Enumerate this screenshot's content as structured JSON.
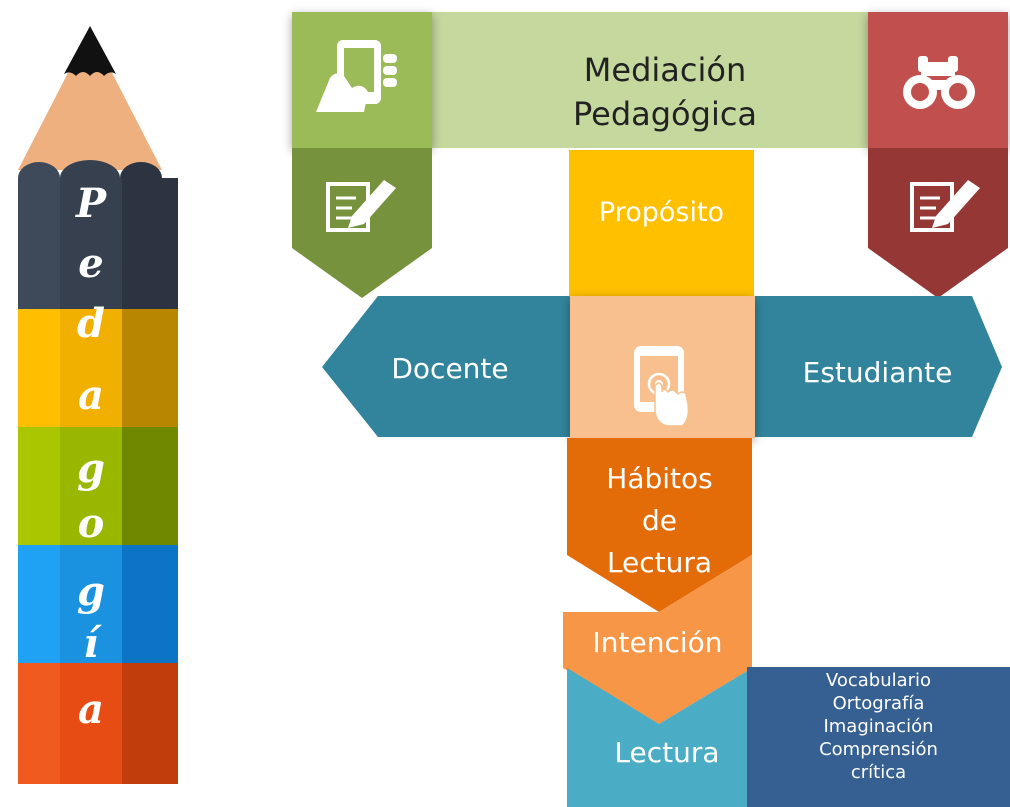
{
  "pencil": {
    "letters": [
      "P",
      "e",
      "d",
      "a",
      "g",
      "o",
      "g",
      "í",
      "a"
    ]
  },
  "header": {
    "title_line1": "Mediación",
    "title_line2": "Pedagógica"
  },
  "flow": {
    "proposito": "Propósito",
    "docente": "Docente",
    "estudiante": "Estudiante",
    "habitos_line1": "Hábitos",
    "habitos_line2": "de",
    "habitos_line3": "Lectura",
    "intencion": "Intención",
    "lectura": "Lectura"
  },
  "skills": [
    "Vocabulario",
    "Ortografía",
    "Imaginación",
    "Comprensión",
    "crítica"
  ],
  "icons": {
    "top_left": "hand-phone-icon",
    "top_right": "binoculars-icon",
    "left_note": "edit-note-icon",
    "right_note": "edit-note-icon",
    "center": "touch-tablet-icon"
  },
  "colors": {
    "green_light": "#c5d89e",
    "green": "#9bbb59",
    "green_dark": "#76923c",
    "red": "#c0504d",
    "red_dark": "#953735",
    "yellow": "#ffc000",
    "peach": "#f8c08e",
    "teal": "#31849b",
    "orange_dark": "#e36c09",
    "orange": "#f79646",
    "blue": "#4bacc6",
    "navy": "#366092"
  }
}
